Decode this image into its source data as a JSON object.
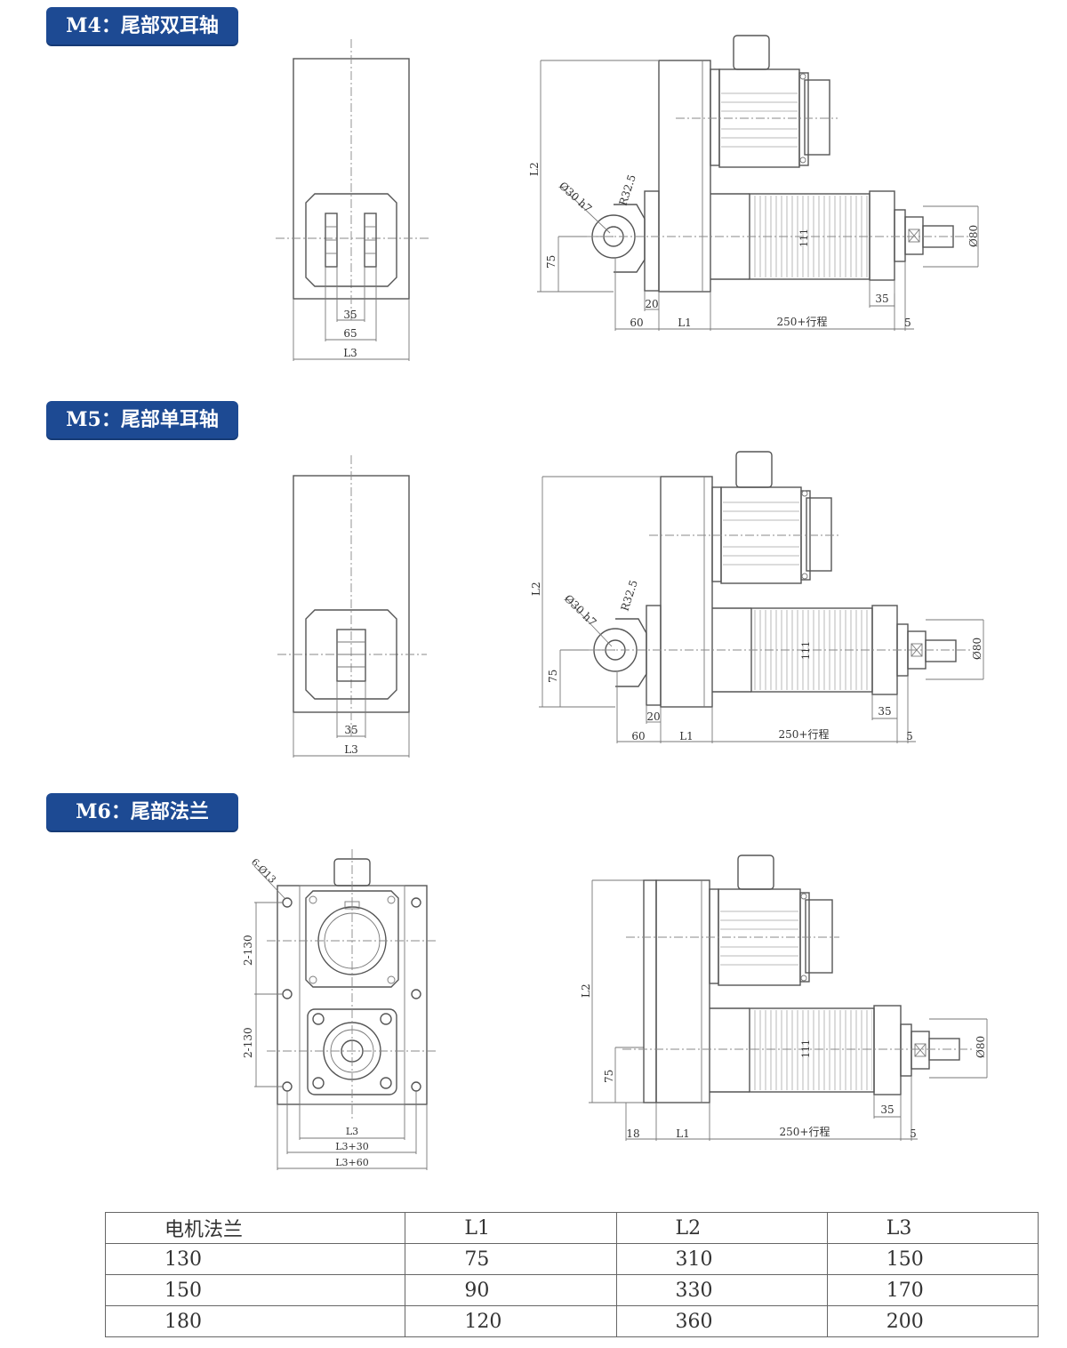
{
  "sections": [
    {
      "label": "M4：尾部双耳轴"
    },
    {
      "label": "M5：尾部单耳轴"
    },
    {
      "label": "M6：尾部法兰"
    }
  ],
  "dims": {
    "m4": {
      "slot": "35",
      "ear": "65",
      "l3": "L3",
      "l2": "L2",
      "bore": "Ø30 h7",
      "radius": "R32.5",
      "h75": "75",
      "w20": "20",
      "w60": "60",
      "l1": "L1",
      "stroke": "250+行程",
      "w5": "5",
      "w35": "35",
      "h111": "111",
      "dia80": "Ø80"
    },
    "m5": {
      "slot": "35",
      "l3": "L3",
      "l2": "L2",
      "bore": "Ø30 h7",
      "radius": "R32.5",
      "h75": "75",
      "w20": "20",
      "w60": "60",
      "l1": "L1",
      "stroke": "250+行程",
      "w5": "5",
      "w35": "35",
      "h111": "111",
      "dia80": "Ø80"
    },
    "m6": {
      "holes": "6-Ø13",
      "pitch1": "2-130",
      "pitch2": "2-130",
      "l3": "L3",
      "l3p30": "L3+30",
      "l3p60": "L3+60",
      "l2": "L2",
      "h75": "75",
      "w18": "18",
      "l1": "L1",
      "stroke": "250+行程",
      "w5": "5",
      "w35": "35",
      "h111": "111",
      "dia80": "Ø80"
    }
  },
  "table": {
    "headers": [
      "电机法兰",
      "L1",
      "L2",
      "L3"
    ],
    "rows": [
      [
        "130",
        "75",
        "310",
        "150"
      ],
      [
        "150",
        "90",
        "330",
        "170"
      ],
      [
        "180",
        "120",
        "360",
        "200"
      ]
    ]
  }
}
